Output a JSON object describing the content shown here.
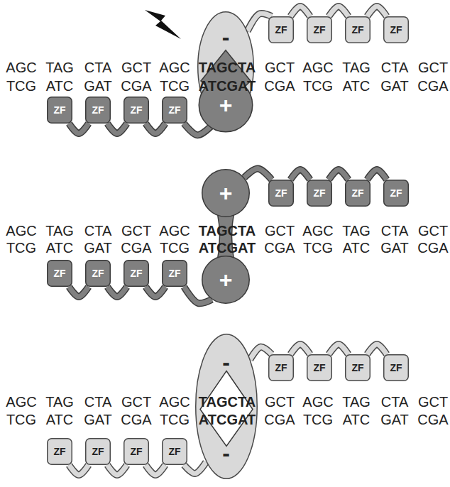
{
  "diagram": {
    "nodes": [
      {
        "text": [
          "-"
        ]
      },
      {
        "text": [
          "ZF"
        ]
      },
      {
        "text": [
          "ZF"
        ]
      },
      {
        "text": [
          "ZF"
        ]
      },
      {
        "text": [
          "ZF"
        ]
      },
      {
        "text": [
          "ZF"
        ]
      },
      {
        "text": [
          "ZF"
        ]
      },
      {
        "text": [
          "ZF"
        ]
      },
      {
        "text": [
          "ZF"
        ]
      },
      {
        "text": [
          "+"
        ]
      },
      {
        "text": [
          "+"
        ]
      },
      {
        "text": [
          "ZF"
        ]
      },
      {
        "text": [
          "ZF"
        ]
      },
      {
        "text": [
          "ZF"
        ]
      },
      {
        "text": [
          "ZF"
        ]
      },
      {
        "text": [
          "ZF"
        ]
      },
      {
        "text": [
          "ZF"
        ]
      },
      {
        "text": [
          "ZF"
        ]
      },
      {
        "text": [
          "ZF"
        ]
      },
      {
        "text": [
          "+"
        ]
      },
      {
        "text": [
          "-",
          "-"
        ]
      },
      {
        "text": [
          "ZF"
        ]
      },
      {
        "text": [
          "ZF"
        ]
      },
      {
        "text": [
          "ZF"
        ]
      },
      {
        "text": [
          "ZF"
        ]
      },
      {
        "text": [
          "ZF"
        ]
      },
      {
        "text": [
          "ZF"
        ]
      },
      {
        "text": [
          "ZF"
        ]
      },
      {
        "text": [
          "ZF"
        ]
      }
    ],
    "edges": [
      {
        "from": 0,
        "to": 1,
        "arrow": "none"
      },
      {
        "from": 1,
        "to": 2,
        "arrow": "none"
      },
      {
        "from": 2,
        "to": 3,
        "arrow": "none"
      },
      {
        "from": 3,
        "to": 4,
        "arrow": "none"
      },
      {
        "from": 5,
        "to": 6,
        "arrow": "none"
      },
      {
        "from": 6,
        "to": 7,
        "arrow": "none"
      },
      {
        "from": 7,
        "to": 8,
        "arrow": "none"
      },
      {
        "from": 8,
        "to": 9,
        "arrow": "none"
      },
      {
        "from": 10,
        "to": 11,
        "arrow": "none"
      },
      {
        "from": 11,
        "to": 12,
        "arrow": "none"
      },
      {
        "from": 12,
        "to": 13,
        "arrow": "none"
      },
      {
        "from": 13,
        "to": 14,
        "arrow": "none"
      },
      {
        "from": 15,
        "to": 16,
        "arrow": "none"
      },
      {
        "from": 16,
        "to": 17,
        "arrow": "none"
      },
      {
        "from": 17,
        "to": 18,
        "arrow": "none"
      },
      {
        "from": 18,
        "to": 19,
        "arrow": "none"
      },
      {
        "from": 20,
        "to": 21,
        "arrow": "none"
      },
      {
        "from": 21,
        "to": 22,
        "arrow": "none"
      },
      {
        "from": 22,
        "to": 23,
        "arrow": "none"
      },
      {
        "from": 23,
        "to": 24,
        "arrow": "none"
      },
      {
        "from": 25,
        "to": 26,
        "arrow": "none"
      },
      {
        "from": 26,
        "to": 27,
        "arrow": "none"
      },
      {
        "from": 27,
        "to": 28,
        "arrow": "none"
      },
      {
        "from": 28,
        "to": 20,
        "arrow": "none"
      }
    ],
    "labels": [
      "AGC",
      "TAG",
      "CTA",
      "GCT",
      "AGC",
      "TAGCTA",
      "GCT",
      "AGC",
      "TAG",
      "CTA",
      "GCT",
      "TCG",
      "ATC",
      "GAT",
      "CGA",
      "TCG",
      "ATCGAT",
      "CGA",
      "TCG",
      "ATC",
      "GAT",
      "CGA",
      "AGC",
      "TAG",
      "CTA",
      "GCT",
      "AGC",
      "TAGCTA",
      "GCT",
      "AGC",
      "TAG",
      "CTA",
      "GCT",
      "TCG",
      "ATC",
      "GAT",
      "CGA",
      "TCG",
      "ATCGAT",
      "CGA",
      "TCG",
      "ATC",
      "GAT",
      "CGA",
      "AGC",
      "TAG",
      "CTA",
      "GCT",
      "AGC",
      "TAGCTA",
      "GCT",
      "AGC",
      "TAG",
      "CTA",
      "GCT",
      "TCG",
      "ATC",
      "GAT",
      "CGA",
      "TCG",
      "ATCGAT",
      "CGA",
      "TCG",
      "ATC",
      "GAT",
      "CGA"
    ]
  }
}
